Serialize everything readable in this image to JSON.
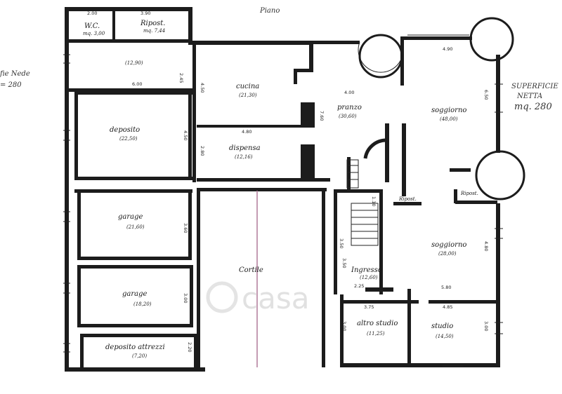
{
  "rooms": [
    {
      "id": "wc",
      "name": "W.C.",
      "area": "mq. 3,00"
    },
    {
      "id": "rip1",
      "name": "Ripost.",
      "area": "mq. 7,44"
    },
    {
      "id": "corridor",
      "name": "",
      "area": "(12,90)"
    },
    {
      "id": "deposito",
      "name": "deposito",
      "area": "(22,50)"
    },
    {
      "id": "garage1",
      "name": "garage",
      "area": "(21,60)"
    },
    {
      "id": "garage2",
      "name": "garage",
      "area": "(18,20)"
    },
    {
      "id": "depatt",
      "name": "deposito attrezzi",
      "area": "(7,20)"
    },
    {
      "id": "cucina",
      "name": "cucina",
      "area": "(21,30)"
    },
    {
      "id": "dispensa",
      "name": "dispensa",
      "area": "(12,16)"
    },
    {
      "id": "pranzo",
      "name": "pranzo",
      "area": "(30,60)"
    },
    {
      "id": "soggiorno1",
      "name": "soggiorno",
      "area": "(48,00)"
    },
    {
      "id": "soggiorno2",
      "name": "soggiorno",
      "area": "(28,00)"
    },
    {
      "id": "ingresso",
      "name": "Ingresso",
      "area": "(12,60)"
    },
    {
      "id": "altrostudio",
      "name": "altro studio",
      "area": "(11,25)"
    },
    {
      "id": "studio",
      "name": "studio",
      "area": "(14,50)"
    },
    {
      "id": "cortile",
      "name": "Cortile",
      "area": ""
    },
    {
      "id": "rip2",
      "name": "Ripost.",
      "area": ""
    },
    {
      "id": "rip3",
      "name": "Ripost.",
      "area": ""
    }
  ],
  "dimensions": [
    "2.00",
    "3.90",
    "2.45",
    "6.00",
    "4.50",
    "4.50",
    "2.80",
    "4.80",
    "4.00",
    "7.60",
    "4.90",
    "6.50",
    "3.50",
    "3.60",
    "3.00",
    "2.20",
    "1.10",
    "3.50",
    "2.25",
    "3.75",
    "5.80",
    "4.85",
    "3.00",
    "3.00",
    "4.80"
  ],
  "notes": {
    "superficie": "SUPERFICIE",
    "netta": "NETTA",
    "mq": "mq. 280",
    "left_note_1": "fie Nede",
    "left_note_2": "= 280",
    "top_note": "Piano"
  },
  "watermark": "casa"
}
